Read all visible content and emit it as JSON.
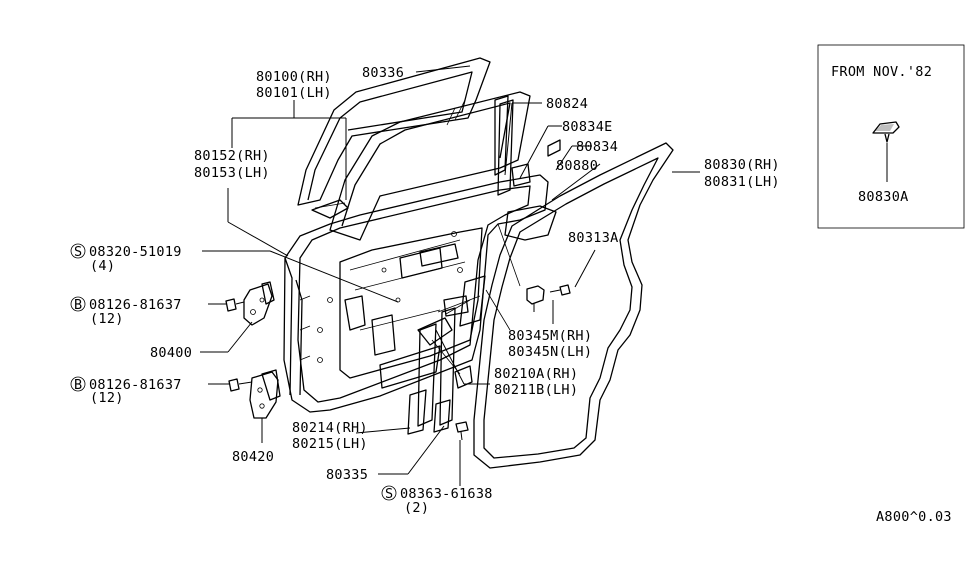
{
  "labels": {
    "p80336": "80336",
    "p80100": "80100(RH)",
    "p80101": "80101(LH)",
    "p80824": "80824",
    "p80834E": "80834E",
    "p80834": "80834",
    "p80880": "80880",
    "p80152": "80152(RH)",
    "p80153": "80153(LH)",
    "p80830": "80830(RH)",
    "p80831": "80831(LH)",
    "s08320": "08320-51019",
    "s08320_qty": "(4)",
    "b08126a": "08126-81637",
    "b08126a_qty": "(12)",
    "p80313A": "80313A",
    "p80400": "80400",
    "p80345M": "80345M(RH)",
    "p80345N": "80345N(LH)",
    "b08126b": "08126-81637",
    "b08126b_qty": "(12)",
    "p80210A": "80210A(RH)",
    "p80211B": "80211B(LH)",
    "p80214": "80214(RH)",
    "p80215": "80215(LH)",
    "p80420": "80420",
    "p80335": "80335",
    "s08363": "08363-61638",
    "s08363_qty": "(2)",
    "inset_title": "FROM NOV.'82",
    "inset_part": "80830A",
    "ref_code": "A800^0.03"
  },
  "symbols": {
    "screw": "S",
    "bolt": "B"
  }
}
